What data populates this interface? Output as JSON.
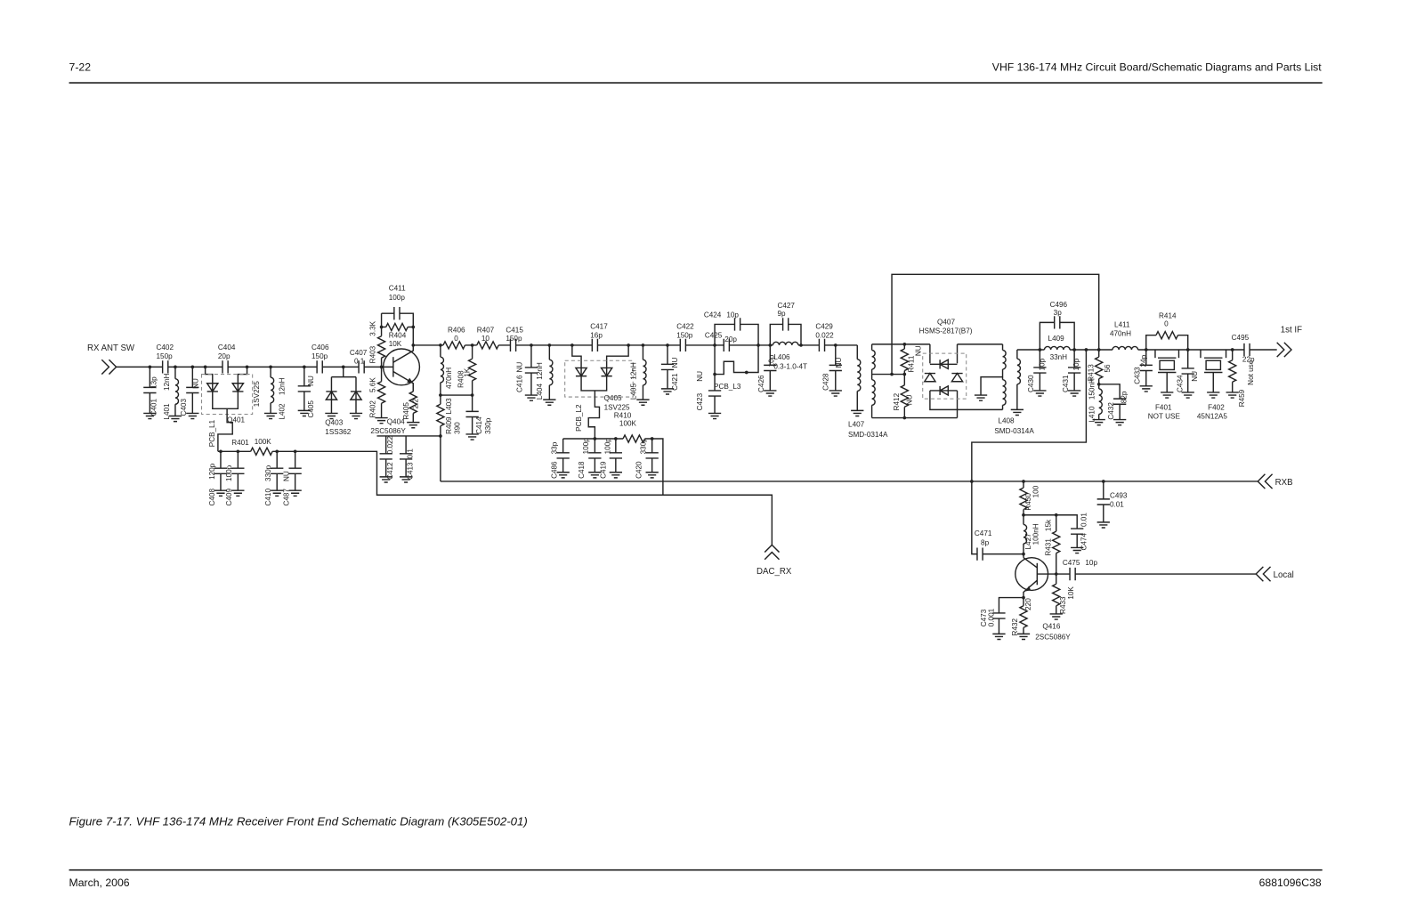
{
  "header": {
    "page_number": "7-22",
    "title": "VHF 136-174 MHz Circuit Board/Schematic Diagrams and Parts List"
  },
  "caption": "Figure 7-17. VHF 136-174 MHz Receiver Front End Schematic Diagram (K305E502-01)",
  "footer": {
    "date": "March, 2006",
    "doc_number": "6881096C38"
  },
  "nets": {
    "rx_ant_sw": "RX ANT SW",
    "first_if": "1st IF",
    "rxb": "RXB",
    "local": "Local",
    "dac_rx": "DAC_RX"
  },
  "parts": {
    "C401": {
      "ref": "C401",
      "value": "13p"
    },
    "C402": {
      "ref": "C402",
      "value": "150p"
    },
    "L401": {
      "ref": "L401",
      "value": "12nH"
    },
    "C403": {
      "ref": "C403",
      "value": "NU"
    },
    "C404": {
      "ref": "C404",
      "value": "20p"
    },
    "Q401": {
      "ref": "Q401",
      "value": "1SV225"
    },
    "PCB_L1": {
      "ref": "PCB_L1"
    },
    "L402": {
      "ref": "L402",
      "value": "12nH"
    },
    "C405": {
      "ref": "C405",
      "value": "NU"
    },
    "C406": {
      "ref": "C406",
      "value": "150p"
    },
    "Q403": {
      "ref": "Q403",
      "value": "1SS362"
    },
    "C407": {
      "ref": "C407",
      "value": "0.1"
    },
    "R403": {
      "ref": "R403",
      "value": "3.3K"
    },
    "R402": {
      "ref": "R402",
      "value": "5.6K"
    },
    "C411": {
      "ref": "C411",
      "value": "100p"
    },
    "R404": {
      "ref": "R404",
      "value": "10K"
    },
    "Q404": {
      "ref": "Q404",
      "value": "2SC5086Y"
    },
    "R405": {
      "ref": "R405",
      "value": "2.2"
    },
    "C412": {
      "ref": "C412",
      "value": "0.022"
    },
    "C413": {
      "ref": "C413",
      "value": "0.1"
    },
    "R401": {
      "ref": "R401",
      "value": "100K"
    },
    "C408": {
      "ref": "C408",
      "value": "120p"
    },
    "C409": {
      "ref": "C409",
      "value": "100p"
    },
    "C410": {
      "ref": "C410",
      "value": "330p"
    },
    "C487": {
      "ref": "C487",
      "value": "NU"
    },
    "L403": {
      "ref": "L403",
      "value": "470nH"
    },
    "R406": {
      "ref": "R406",
      "value": "0"
    },
    "R407": {
      "ref": "R407",
      "value": "10"
    },
    "R408": {
      "ref": "R408",
      "value": "1K"
    },
    "R409": {
      "ref": "R409",
      "value": "390"
    },
    "C414": {
      "ref": "C414",
      "value": "330p"
    },
    "C415": {
      "ref": "C415",
      "value": "150p"
    },
    "C416": {
      "ref": "C416",
      "value": "NU"
    },
    "L404": {
      "ref": "L404",
      "value": "12nH"
    },
    "C417": {
      "ref": "C417",
      "value": "16p"
    },
    "Q405": {
      "ref": "Q405",
      "value": "1SV225"
    },
    "PCB_L2": {
      "ref": "PCB_L2"
    },
    "L405": {
      "ref": "L405",
      "value": "12nH"
    },
    "R410": {
      "ref": "R410",
      "value": "100K"
    },
    "C486": {
      "ref": "C486",
      "value": "33p"
    },
    "C418": {
      "ref": "C418",
      "value": "100p"
    },
    "C419": {
      "ref": "C419",
      "value": "100p"
    },
    "C420": {
      "ref": "C420",
      "value": "330p"
    },
    "C421": {
      "ref": "C421",
      "value": "NU"
    },
    "C422": {
      "ref": "C422",
      "value": "150p"
    },
    "C423": {
      "ref": "C423",
      "value": "NU"
    },
    "C424": {
      "ref": "C424",
      "value": "10p"
    },
    "C425": {
      "ref": "C425",
      "value": "20p"
    },
    "PCB_L3": {
      "ref": "PCB_L3"
    },
    "C426": {
      "ref": "C426",
      "value": "10p"
    },
    "C427": {
      "ref": "C427",
      "value": "9p"
    },
    "L406": {
      "ref": "L406",
      "value": "0.3-1.0-4T"
    },
    "C429": {
      "ref": "C429",
      "value": "0.022"
    },
    "C428": {
      "ref": "C428",
      "value": "NU"
    },
    "L407": {
      "ref": "L407",
      "value": "SMD-0314A"
    },
    "Q407": {
      "ref": "Q407",
      "value": "HSMS-2817(B7)"
    },
    "R411": {
      "ref": "R411",
      "value": "NU"
    },
    "R412": {
      "ref": "R412",
      "value": "NU"
    },
    "L408": {
      "ref": "L408",
      "value": "SMD-0314A"
    },
    "C430": {
      "ref": "C430",
      "value": "10p"
    },
    "L409": {
      "ref": "L409",
      "value": "33nH"
    },
    "C431": {
      "ref": "C431",
      "value": "10p"
    },
    "C496": {
      "ref": "C496",
      "value": "3p"
    },
    "L411": {
      "ref": "L411",
      "value": "470nH"
    },
    "R413": {
      "ref": "R413",
      "value": "56"
    },
    "L410": {
      "ref": "L410",
      "value": "150nH"
    },
    "C432": {
      "ref": "C432",
      "value": "82p"
    },
    "R414": {
      "ref": "R414",
      "value": "0"
    },
    "C433": {
      "ref": "C433",
      "value": "24p"
    },
    "F401": {
      "ref": "F401",
      "value": "NOT USE"
    },
    "C434": {
      "ref": "C434",
      "value": "NU"
    },
    "F402": {
      "ref": "F402",
      "value": "45N12A5"
    },
    "C495": {
      "ref": "C495",
      "value": "22p"
    },
    "R459": {
      "ref": "R459",
      "value": "Not use"
    },
    "C493": {
      "ref": "C493",
      "value": "0.01"
    },
    "R430": {
      "ref": "R430",
      "value": "100"
    },
    "L427": {
      "ref": "L427",
      "value": "100nH"
    },
    "C471": {
      "ref": "C471",
      "value": "8p"
    },
    "R431": {
      "ref": "R431",
      "value": "15k"
    },
    "C474": {
      "ref": "C474",
      "value": "0.01"
    },
    "C475": {
      "ref": "C475",
      "value": "10p"
    },
    "R433": {
      "ref": "R433",
      "value": "10K"
    },
    "C473": {
      "ref": "C473",
      "value": "0.001"
    },
    "R432": {
      "ref": "R432",
      "value": "220"
    },
    "Q416": {
      "ref": "Q416",
      "value": "2SC5086Y"
    }
  }
}
